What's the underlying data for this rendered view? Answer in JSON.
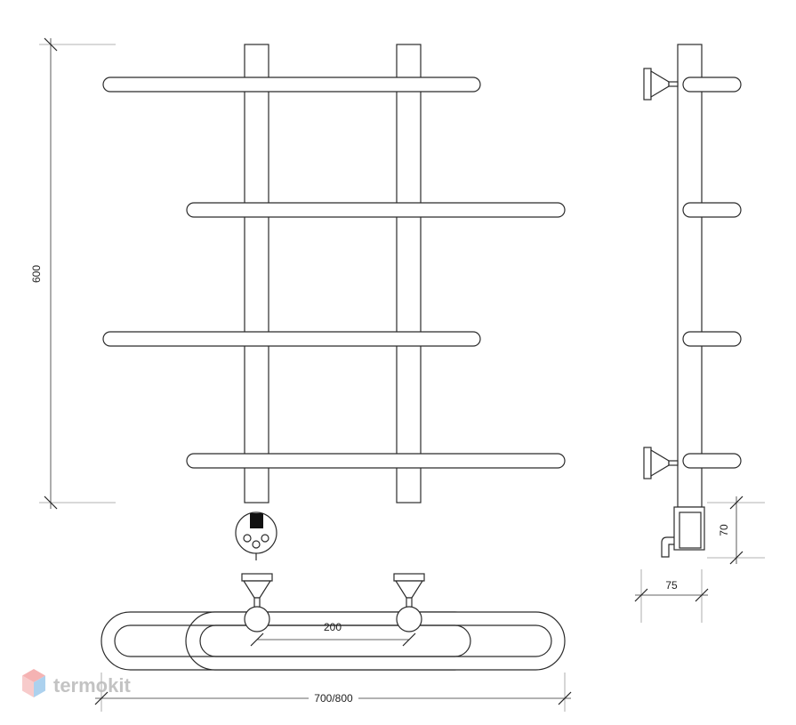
{
  "dimensions": {
    "height": "600",
    "width_between_posts": "200",
    "total_width": "700/800",
    "heater_height": "70",
    "wall_depth": "75"
  },
  "watermark": {
    "brand": "termokit",
    "logo_colors": [
      "#f4a6a6",
      "#9ec9ec"
    ]
  },
  "colors": {
    "line": "#2b2b2b",
    "dimension": "#333333",
    "extension": "#9a9a9a"
  }
}
